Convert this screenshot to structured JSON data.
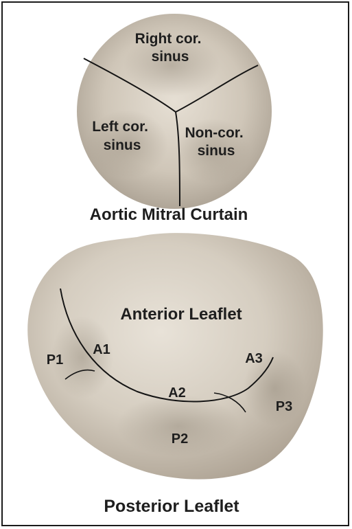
{
  "aortic_valve": {
    "right_sinus": [
      "Right cor.",
      "sinus"
    ],
    "left_sinus": [
      "Left cor.",
      "sinus"
    ],
    "non_sinus": [
      "Non-cor.",
      "sinus"
    ]
  },
  "curtain_label": "Aortic Mitral Curtain",
  "mitral_valve": {
    "anterior_label": "Anterior Leaflet",
    "scallops": {
      "a1": "A1",
      "a2": "A2",
      "a3": "A3",
      "p1": "P1",
      "p2": "P2",
      "p3": "P3"
    }
  },
  "posterior_label": "Posterior Leaflet",
  "colors": {
    "tissue_light": "#e4ddd2",
    "tissue_mid": "#c9c0b2",
    "tissue_dark": "#9a9082",
    "line": "#141414",
    "text": "#1e1e1e"
  }
}
